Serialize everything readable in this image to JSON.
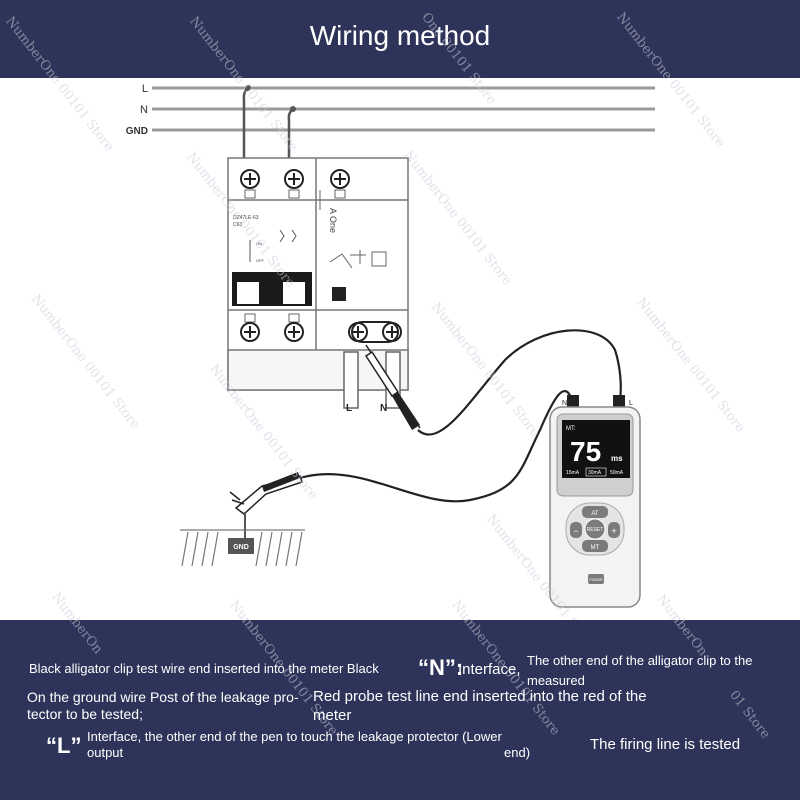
{
  "header": {
    "title": "Wiring method"
  },
  "diagram": {
    "lines": [
      "L",
      "N",
      "GND"
    ],
    "breaker_small_text_1": "DZ47LE-63",
    "breaker_small_text_2": "C63",
    "breaker_on": "ON",
    "breaker_off": "OFF",
    "module_label": "A One",
    "terminal_l": "L",
    "terminal_n": "N",
    "ground_label": "GND"
  },
  "meter": {
    "port_n": "N",
    "port_l": "L",
    "screen_mt": "MT:",
    "screen_value": "75",
    "screen_unit": "ms",
    "ranges": [
      "15mA",
      "30mA",
      "50mA"
    ],
    "btn_at": "AT",
    "btn_reset": "RESET",
    "btn_mt": "MT",
    "btn_minus": "−",
    "btn_plus": "+",
    "power": "POWER"
  },
  "captions": {
    "c1": "Black alligator clip test wire end inserted into the meter Black",
    "n_quote": "“N”:",
    "c2_interface": "Interface,",
    "c3": "The other end of the alligator clip to the measured",
    "c4": "On the ground wire Post of the leakage pro-tector to be tested;",
    "c5": "Red probe test line end inserted into the red of the meter",
    "l_quote": "“L”",
    "c6": "Interface, the other end of the pen to touch the leakage protector (Lower output",
    "c6_end": "end)",
    "c7": "The firing line is tested"
  },
  "watermark": {
    "store": "NumberOne 00101 Store",
    "store_cut": "NumberOn",
    "store_mid": "One 00101 Store",
    "store_end": "01 Store"
  },
  "colors": {
    "banner": "#2e3459",
    "screen": "#111111",
    "meter_body": "#f3f3f3"
  }
}
